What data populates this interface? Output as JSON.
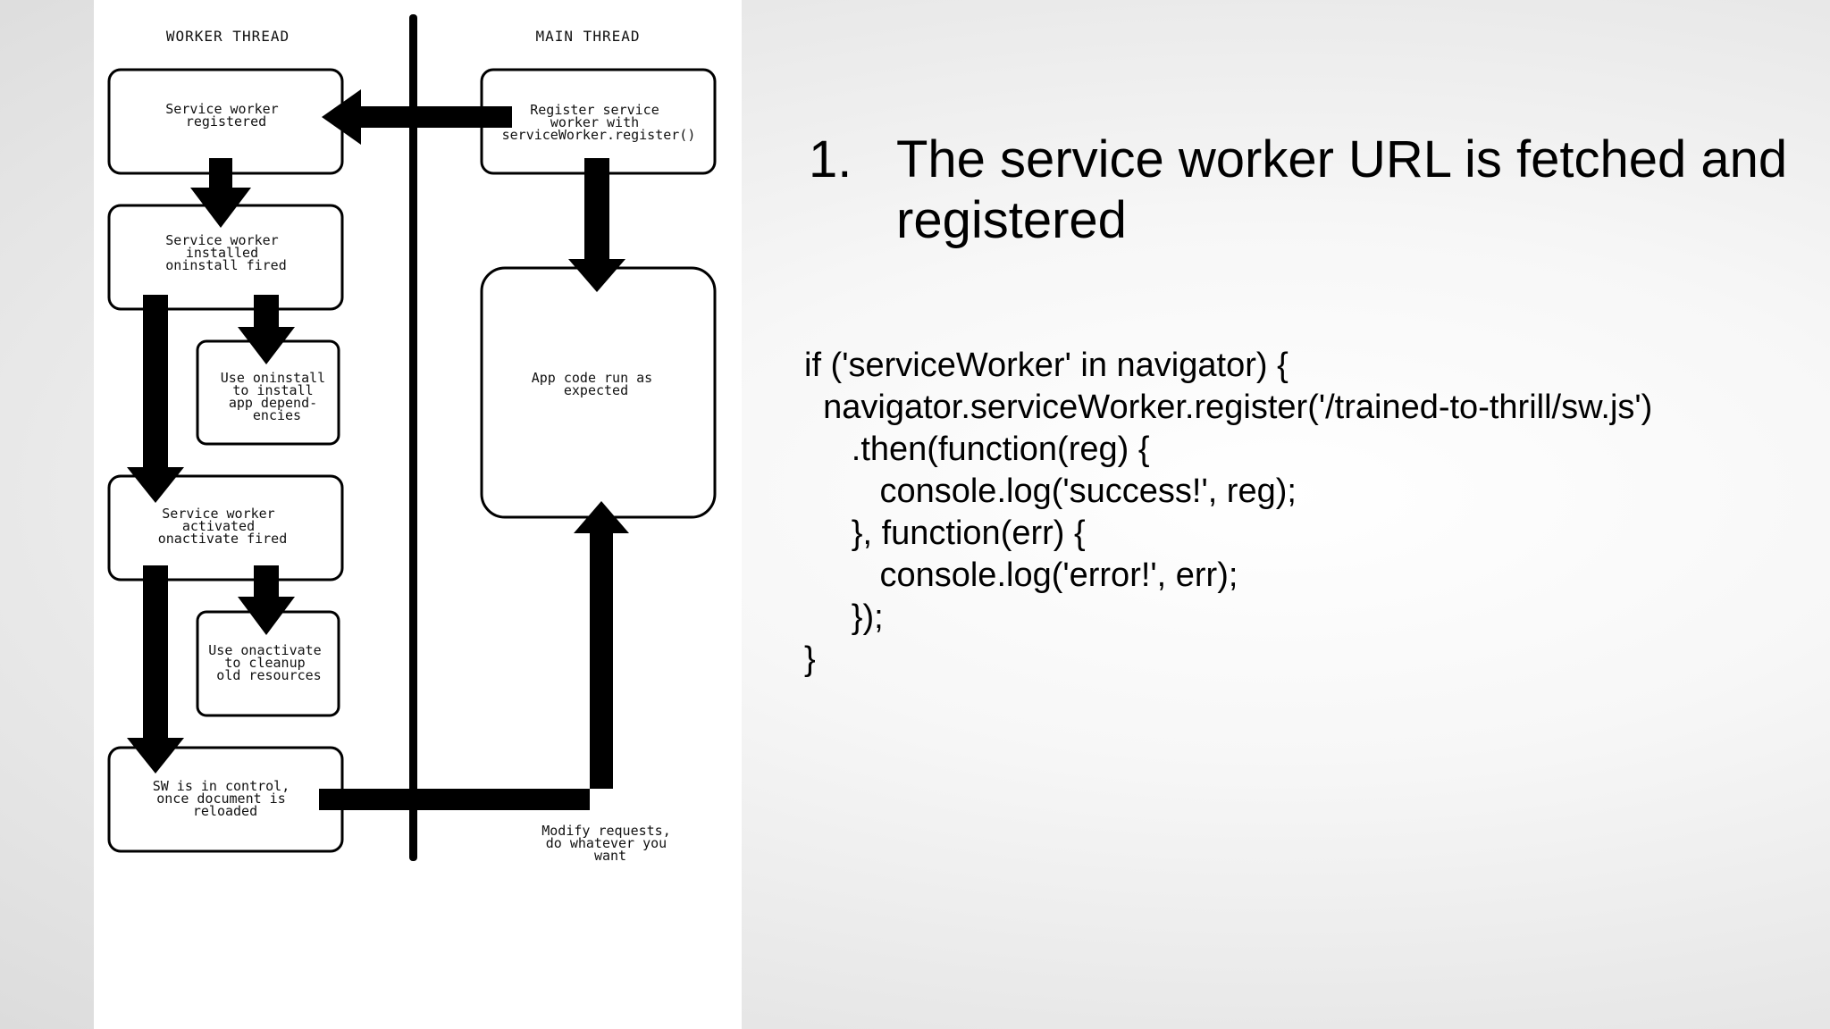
{
  "diagram": {
    "lanes": {
      "worker": "WORKER THREAD",
      "main": "MAIN THREAD"
    },
    "boxes": {
      "sw_registered": [
        "Service worker",
        "registered"
      ],
      "sw_installed": [
        "Service worker",
        "installed",
        "",
        "oninstall fired"
      ],
      "use_oninstall": [
        "Use oninstall",
        "to install",
        "app depend-",
        "encies"
      ],
      "sw_activated": [
        "Service worker",
        "activated",
        "",
        "onactivate fired"
      ],
      "use_onactivate": [
        "Use onactivate",
        "to cleanup",
        "old resources"
      ],
      "sw_control": [
        "SW is in control,",
        "once document is",
        "reloaded"
      ],
      "register": [
        "Register service",
        "worker with",
        "serviceWorker.register()"
      ],
      "app_code": [
        "App code run as",
        "expected"
      ]
    },
    "bottom_note": [
      "Modify requests,",
      "do whatever you",
      "want"
    ]
  },
  "slide": {
    "title_number": "1.",
    "title_text": "The service worker URL is fetched and registered",
    "code_lines": [
      "if ('serviceWorker' in navigator) {",
      "  navigator.serviceWorker.register('/trained-to-thrill/sw.js')",
      "     .then(function(reg) {",
      "        console.log('success!', reg);",
      "     }, function(err) {",
      "        console.log('error!', err);",
      "     });",
      "}"
    ]
  }
}
